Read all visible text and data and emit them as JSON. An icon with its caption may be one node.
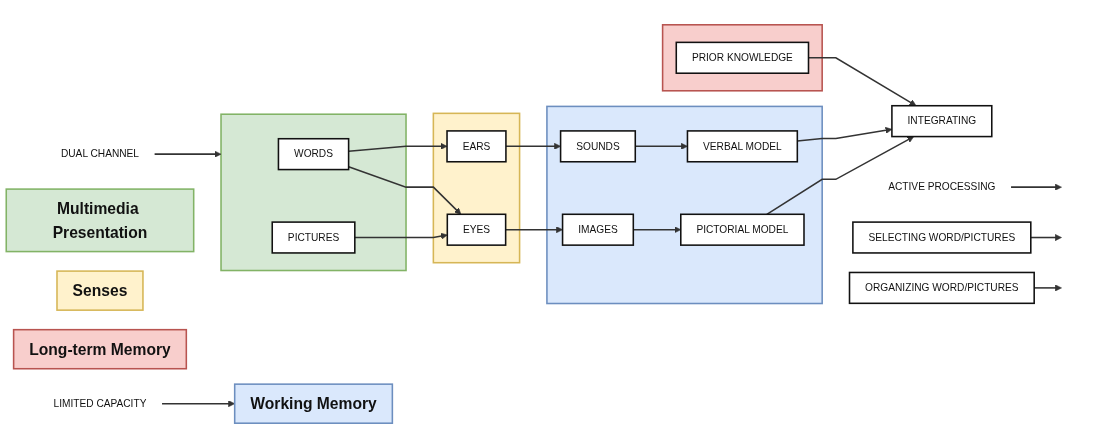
{
  "diagram": {
    "nodes": [
      {
        "text": [
          "DUAL CHANNEL"
        ]
      },
      {
        "text": [],
        "shape": "box"
      },
      {
        "text": [
          "WORDS"
        ],
        "in": 1
      },
      {
        "text": [
          "PICTURES"
        ],
        "in": 1
      },
      {
        "text": [],
        "shape": "box"
      },
      {
        "text": [
          "EARS"
        ],
        "in": 4
      },
      {
        "text": [
          "EYES"
        ],
        "in": 4
      },
      {
        "text": [
          "SELECTING WORD/PICTURES"
        ]
      },
      {
        "text": [
          "ORGANIZING WORD/PICTURES"
        ]
      },
      {
        "text": [],
        "shape": "box"
      },
      {
        "text": [
          "SOUNDS"
        ],
        "in": 9
      },
      {
        "text": [
          "IMAGES"
        ],
        "in": 9
      },
      {
        "text": [
          "VERBAL MODEL"
        ],
        "in": 9
      },
      {
        "text": [
          "PICTORIAL MODEL"
        ],
        "in": 9
      },
      {
        "text": [
          "ACTIVE PROCESSING"
        ]
      },
      {
        "text": [
          "INTEGRATING"
        ]
      },
      {
        "text": [],
        "shape": "box"
      },
      {
        "text": [
          "PRIOR KNOWLEDGE"
        ],
        "in": 16
      },
      {
        "text": [
          "Multimedia Presentation"
        ]
      },
      {
        "text": [
          "Senses"
        ]
      },
      {
        "text": [
          "Working Memory"
        ]
      },
      {
        "text": [
          "Long-term Memory"
        ]
      },
      {
        "text": [
          "LIMITED CAPACITY"
        ]
      }
    ],
    "edges": [
      {
        "from": 0,
        "to": 1,
        "arrow": "to"
      },
      {
        "from": 2,
        "to": 5,
        "arrow": "to"
      },
      {
        "from": 2,
        "to": 6,
        "arrow": "to"
      },
      {
        "from": 3,
        "to": 6,
        "arrow": "to"
      },
      {
        "from": 5,
        "to": 10,
        "arrow": "to"
      },
      {
        "from": 6,
        "to": 11,
        "arrow": "to"
      },
      {
        "from": 7,
        "to": null,
        "arrow": "to"
      },
      {
        "from": 10,
        "to": 12,
        "arrow": "to"
      },
      {
        "from": 11,
        "to": 13,
        "arrow": "to"
      },
      {
        "from": 8,
        "to": null,
        "arrow": "to"
      },
      {
        "from": 12,
        "to": 15,
        "arrow": "to"
      },
      {
        "from": 13,
        "to": 15,
        "arrow": "to"
      },
      {
        "from": 14,
        "to": null,
        "arrow": "to"
      },
      {
        "from": 17,
        "to": 15,
        "arrow": "to"
      },
      {
        "from": 22,
        "to": 20,
        "arrow": "to"
      }
    ]
  }
}
